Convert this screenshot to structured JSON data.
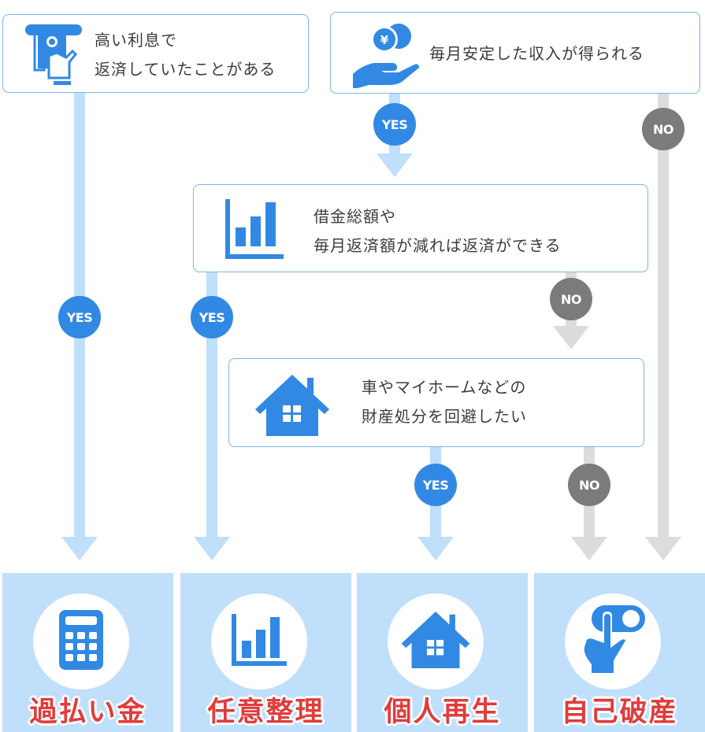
{
  "questions": {
    "q1": {
      "lines": [
        "高い利息で",
        "返済していたことがある"
      ],
      "icon": "atm-card-hand-icon"
    },
    "q2": {
      "lines": [
        "毎月安定した収入が得られる"
      ],
      "icon": "yen-coin-hand-icon"
    },
    "q3": {
      "lines": [
        "借金総額や",
        "毎月返済額が減れば返済ができる"
      ],
      "icon": "bar-chart-icon"
    },
    "q4": {
      "lines": [
        "車やマイホームなどの",
        "財産処分を回避したい"
      ],
      "icon": "house-icon"
    }
  },
  "badges": {
    "yes": "YES",
    "no": "NO"
  },
  "results": [
    {
      "label": "過払い金",
      "icon": "calculator-icon"
    },
    {
      "label": "任意整理",
      "icon": "bar-chart-icon"
    },
    {
      "label": "個人再生",
      "icon": "house-icon"
    },
    {
      "label": "自己破産",
      "icon": "finger-press-button-icon"
    }
  ],
  "colors": {
    "accent_blue": "#3189e3",
    "light_blue": "#bfdffb",
    "gray": "#dcdcdc",
    "badge_gray": "#7b7b7b",
    "result_text": "#e03c3c",
    "box_border": "#7fb4ea"
  }
}
